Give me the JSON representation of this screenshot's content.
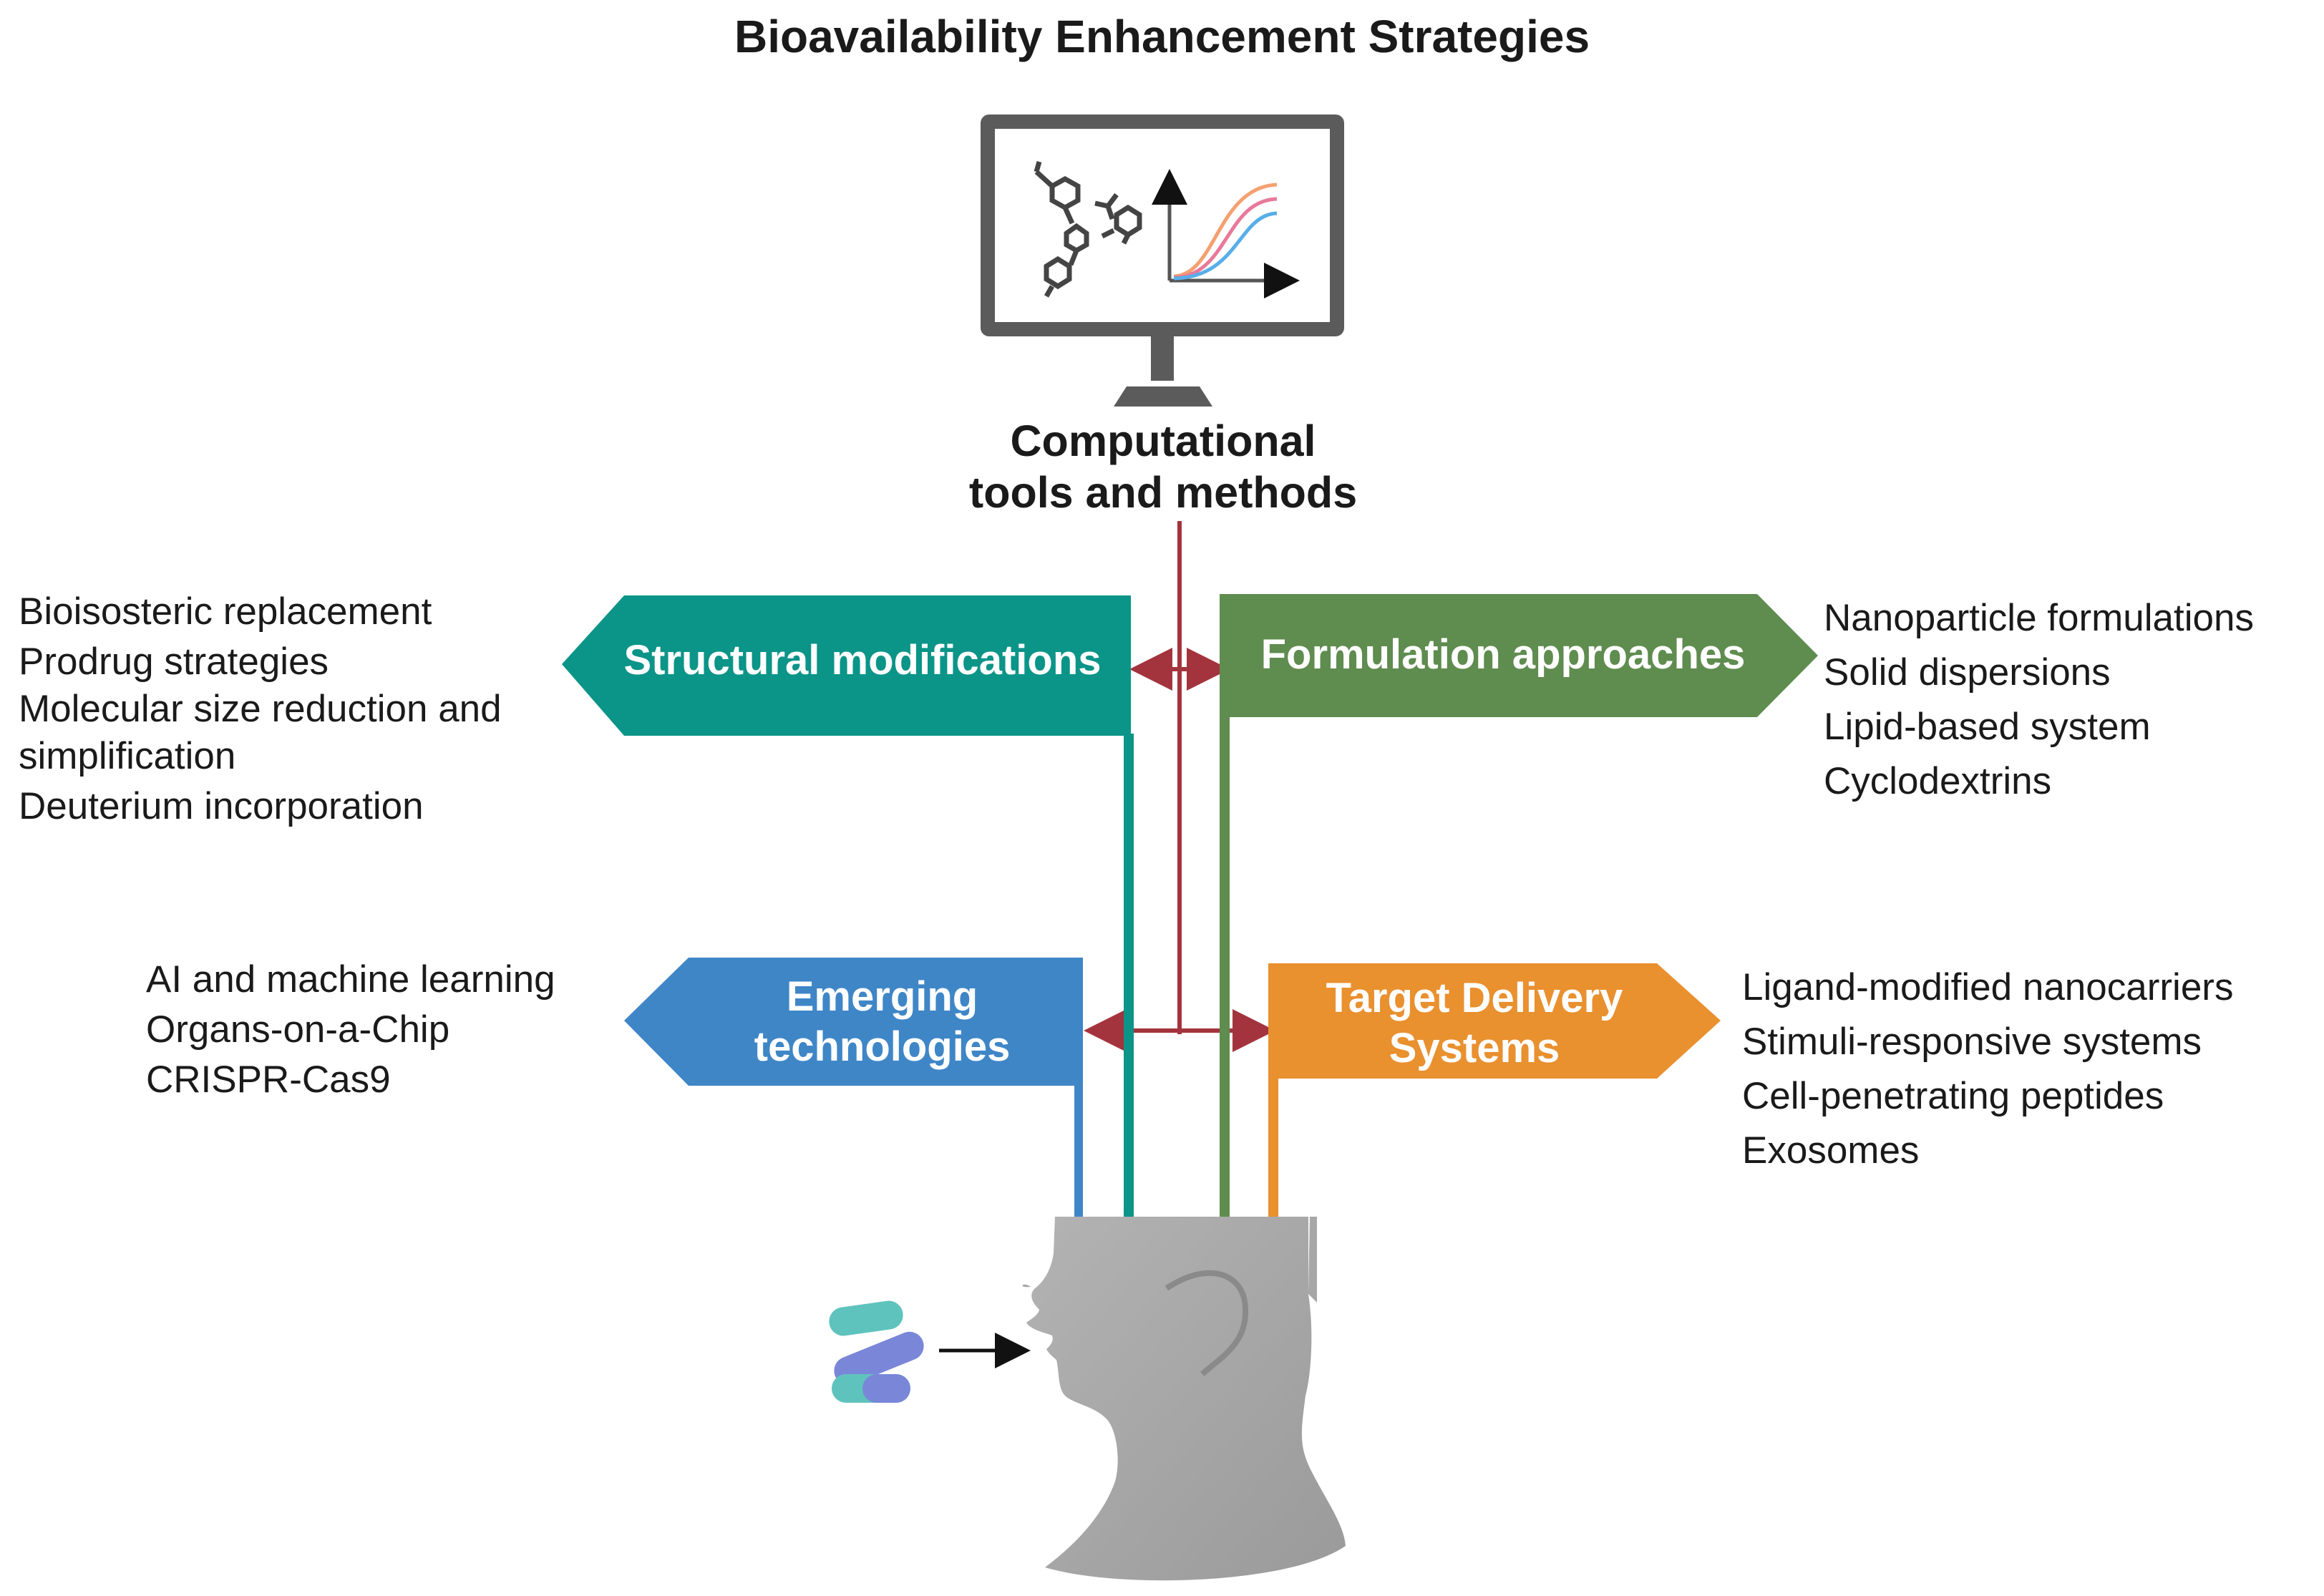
{
  "title": "Bioavailability Enhancement Strategies",
  "center": {
    "label_line1": "Computational",
    "label_line2": "tools and methods"
  },
  "structural": {
    "label": "Structural modifications",
    "color": "#0b9488",
    "items": [
      "Bioisosteric replacement",
      "Prodrug strategies",
      "Molecular size reduction and",
      "simplification",
      "Deuterium incorporation"
    ]
  },
  "formulation": {
    "label": "Formulation approaches",
    "color": "#5f8c4f",
    "items": [
      "Nanoparticle formulations",
      "Solid dispersions",
      "Lipid-based system",
      "Cyclodextrins"
    ]
  },
  "emerging": {
    "label_line1": "Emerging",
    "label_line2": "technologies",
    "color": "#3f86c7",
    "items": [
      "AI and machine learning",
      "Organs-on-a-Chip",
      "CRISPR-Cas9"
    ]
  },
  "target": {
    "label_line1": "Target Delivery",
    "label_line2": "Systems",
    "color": "#e9902f",
    "items": [
      "Ligand-modified nanocarriers",
      "Stimuli-responsive systems",
      "Cell-penetrating peptides",
      "Exosomes"
    ]
  },
  "colors": {
    "arrow": "#a3343d",
    "head": "#a7a7a7",
    "monitor": "#5b5b5b",
    "capsule": "#5fc3bd",
    "capsule_alt": "#7a86d8"
  }
}
